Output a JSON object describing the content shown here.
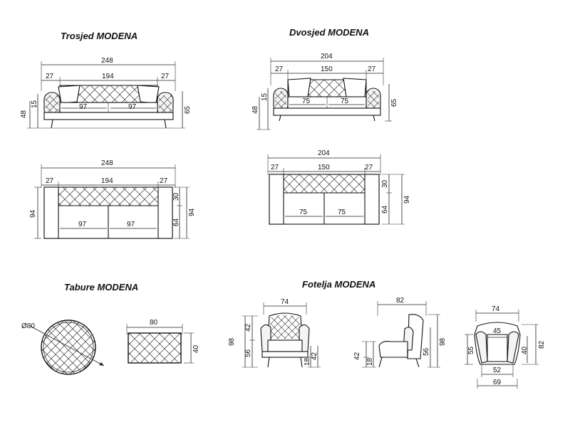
{
  "titles": {
    "trosjed": "Trosjed MODENA",
    "dvosjed": "Dvosjed MODENA",
    "tabure": "Tabure MODENA",
    "fotelja": "Fotelja MODENA"
  },
  "trosjed": {
    "front": {
      "total_width": "248",
      "arm_left": "27",
      "seat_span": "194",
      "arm_right": "27",
      "cushion_left": "97",
      "cushion_right": "97",
      "seat_height": "48",
      "leg_height": "15",
      "total_height": "65"
    },
    "top": {
      "total_width": "248",
      "arm_left": "27",
      "seat_span": "194",
      "arm_right": "27",
      "cushion_left": "97",
      "cushion_right": "97",
      "total_depth": "94",
      "back_depth": "30",
      "seat_depth": "64",
      "depth_right": "94"
    }
  },
  "dvosjed": {
    "front": {
      "total_width": "204",
      "arm_left": "27",
      "seat_span": "150",
      "arm_right": "27",
      "cushion_left": "75",
      "cushion_right": "75",
      "seat_height": "48",
      "leg_height": "15",
      "total_height": "65"
    },
    "top": {
      "total_width": "204",
      "arm_left": "27",
      "seat_span": "150",
      "arm_right": "27",
      "cushion_left": "75",
      "cushion_right": "75",
      "back_depth": "30",
      "seat_depth": "64",
      "total_depth": "94"
    }
  },
  "tabure": {
    "round": {
      "diameter": "Ø80"
    },
    "side": {
      "width": "80",
      "height": "40"
    }
  },
  "fotelja": {
    "front": {
      "width": "74",
      "back_height": "42",
      "seat_height": "56",
      "total_height": "98",
      "leg_height": "18",
      "arm_height": "42"
    },
    "side": {
      "depth": "82",
      "arm_height": "42",
      "leg_height": "18",
      "seat_height": "56",
      "total_height": "98"
    },
    "top": {
      "width": "74",
      "inner_width": "45",
      "seat_depth": "55",
      "seat_width": "52",
      "base_width": "69",
      "cushion_depth": "40",
      "total_depth": "82"
    }
  },
  "colors": {
    "line": "#222222",
    "background": "#ffffff"
  }
}
